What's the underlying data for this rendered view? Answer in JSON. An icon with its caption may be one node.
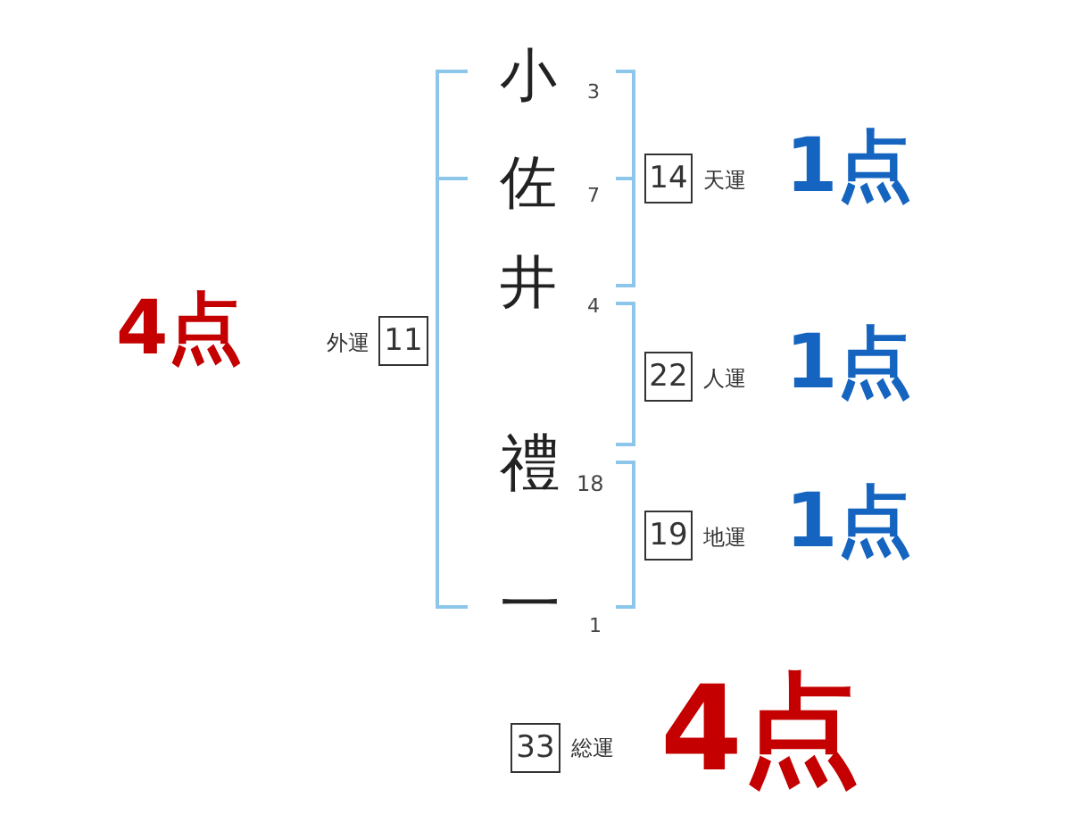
{
  "diagram": {
    "nodes": [
      {
        "text": [
          "14"
        ],
        "beside": [
          "天運"
        ]
      },
      {
        "text": [
          "11"
        ],
        "beside": [
          "外運"
        ]
      },
      {
        "text": [
          "22"
        ],
        "beside": [
          "人運"
        ]
      },
      {
        "text": [
          "19"
        ],
        "beside": [
          "地運"
        ]
      },
      {
        "text": [
          "33"
        ],
        "beside": [
          "総運"
        ]
      }
    ],
    "labels": [
      "小",
      "3",
      "佐",
      "7",
      "1点",
      "井",
      "4",
      "4点",
      "1点",
      "禮",
      "18",
      "1点",
      "一",
      "1",
      "4点"
    ]
  }
}
